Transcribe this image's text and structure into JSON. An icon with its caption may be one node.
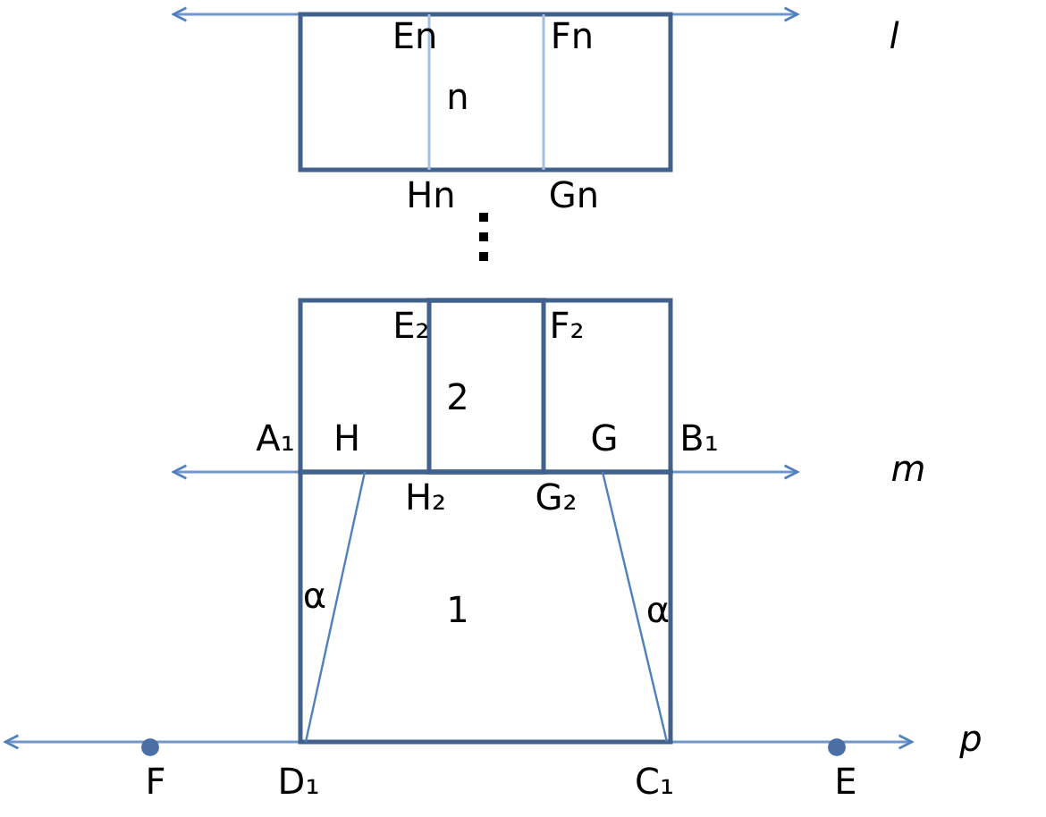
{
  "diagram": {
    "labels": [
      "En",
      "Fn",
      "l",
      "n",
      "Hn",
      "Gn",
      "E₂",
      "F₂",
      "2",
      "A₁",
      "H",
      "G",
      "B₁",
      "m",
      "H₂",
      "G₂",
      "α",
      "1",
      "α",
      "p",
      "F",
      "D₁",
      "C₁",
      "E"
    ]
  }
}
